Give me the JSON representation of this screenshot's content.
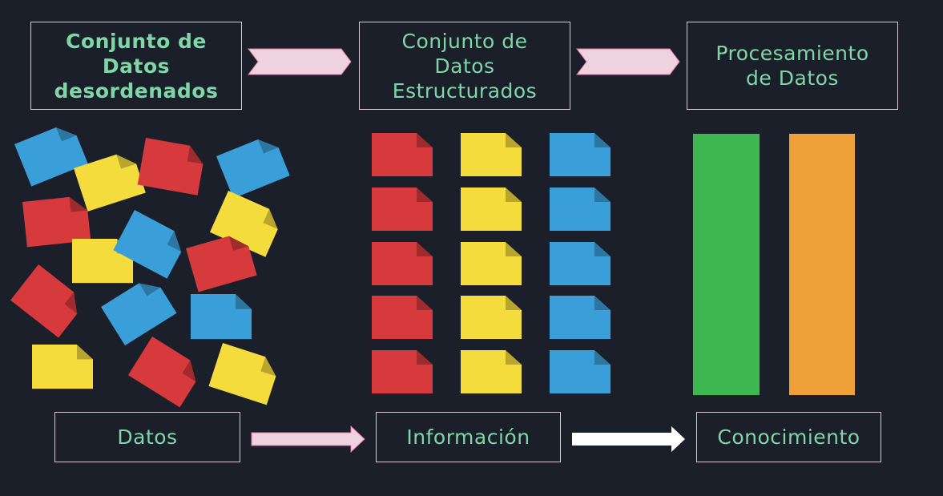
{
  "top_boxes": [
    {
      "label": "Conjunto de\nDatos\ndesordenados"
    },
    {
      "label": "Conjunto de\nDatos\nEstructurados"
    },
    {
      "label": "Procesamiento\nde Datos"
    }
  ],
  "bottom_boxes": [
    {
      "label": "Datos"
    },
    {
      "label": "Información"
    },
    {
      "label": "Conocimiento"
    }
  ],
  "colors": {
    "background": "#1b1f2a",
    "text": "#7fd6a6",
    "box_border": "#d9c9d6",
    "arrow_pink": "#efd2e0",
    "arrow_white": "#ffffff",
    "doc_red": "#d63a3d",
    "doc_yellow": "#f4dc3d",
    "doc_blue": "#3a9fd8",
    "bar_green": "#3db750",
    "bar_orange": "#f0a038"
  },
  "icons": [
    "document-icon",
    "chevron-arrow-icon",
    "right-arrow-icon",
    "bar"
  ]
}
